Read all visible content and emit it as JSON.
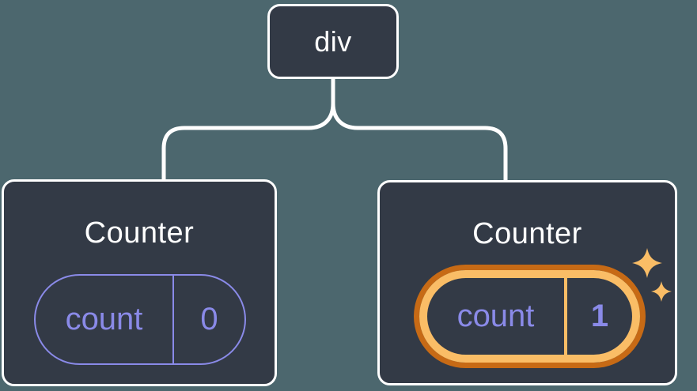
{
  "diagram": {
    "description": "React component tree diagram",
    "colors": {
      "background": "#4c676e",
      "node_fill": "#333a46",
      "node_border": "#ffffff",
      "connector": "#ffffff",
      "state_purple": "#8a8ae8",
      "highlight_orange_dark": "#c76a15",
      "highlight_orange_light": "#fabd66",
      "title_text": "#ffffff"
    }
  },
  "tree": {
    "root": {
      "label": "div"
    },
    "children": [
      {
        "title": "Counter",
        "state": {
          "key": "count",
          "value": "0"
        },
        "highlighted": false
      },
      {
        "title": "Counter",
        "state": {
          "key": "count",
          "value": "1"
        },
        "highlighted": true,
        "icon": "sparkles-icon"
      }
    ]
  }
}
